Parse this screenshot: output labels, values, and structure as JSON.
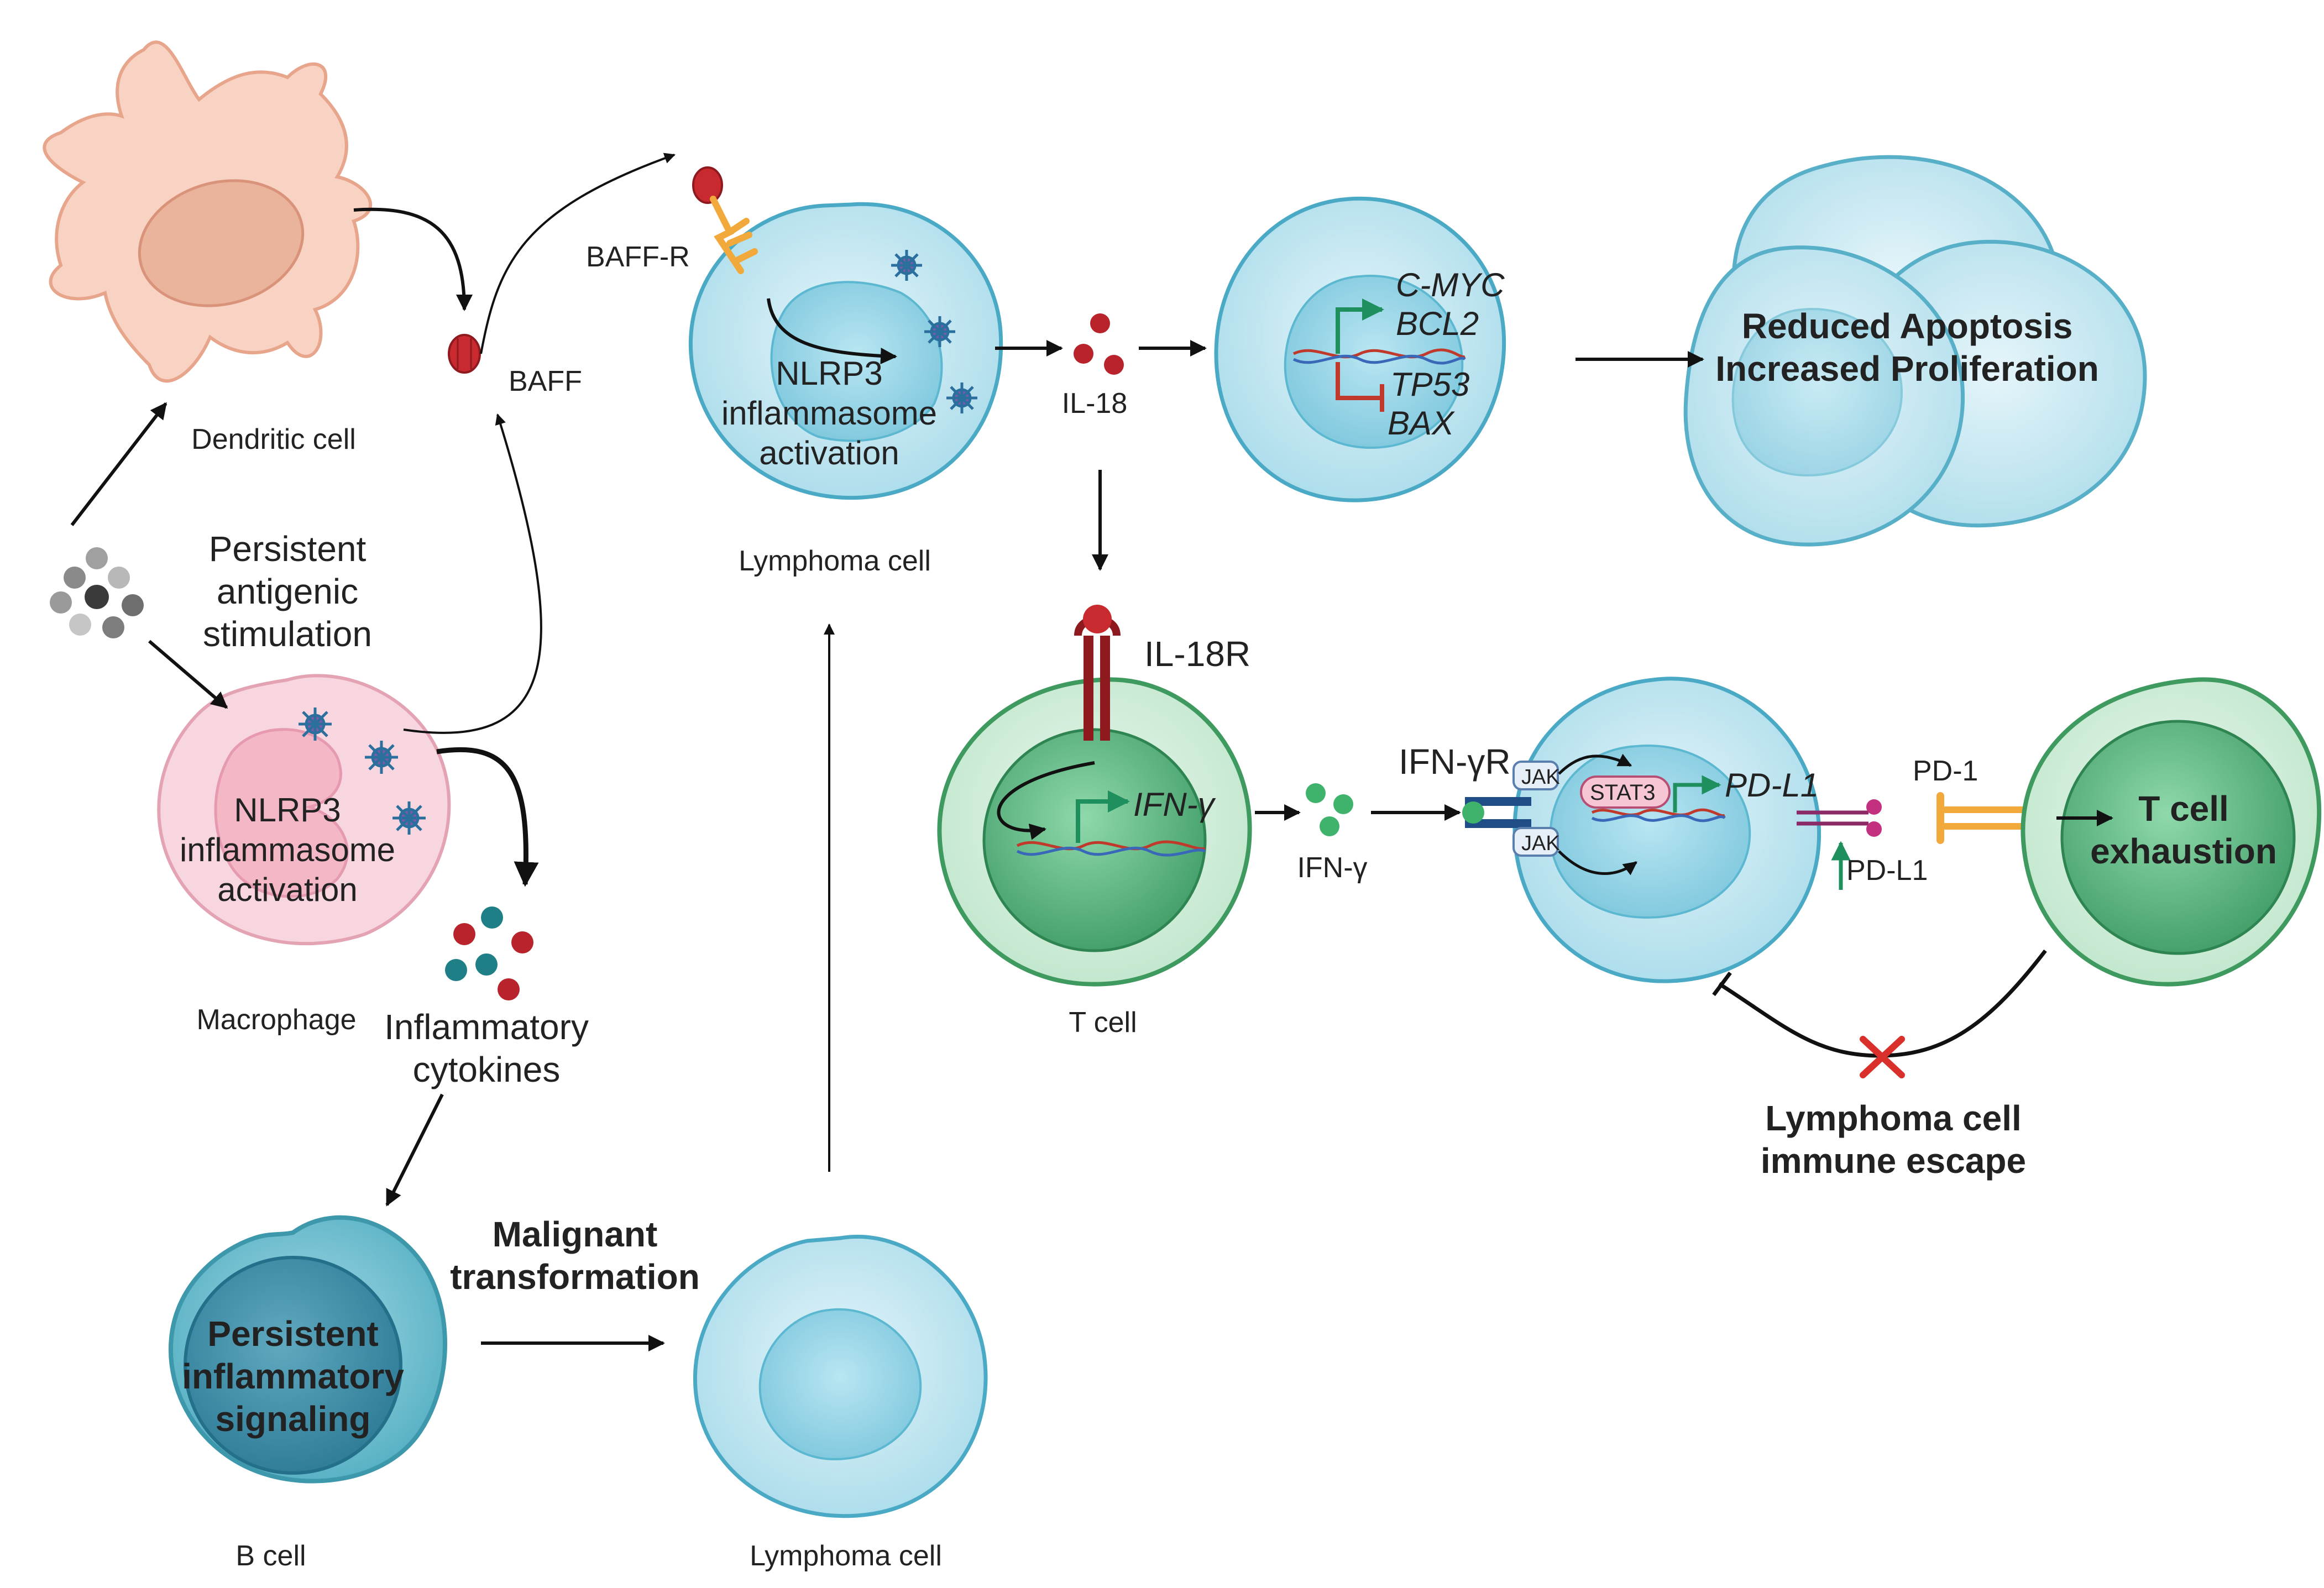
{
  "cells": {
    "dendritic": "Dendritic cell",
    "macrophage": "Macrophage",
    "b_cell": "B cell",
    "lymphoma_bottom": "Lymphoma cell",
    "lymphoma_top": "Lymphoma cell",
    "t_cell": "T cell"
  },
  "stimulus": {
    "line1": "Persistent",
    "line2": "antigenic",
    "line3": "stimulation"
  },
  "macrophage_inner": {
    "line1": "NLRP3",
    "line2": "inflammasome",
    "line3": "activation"
  },
  "cytokines": {
    "line1": "Inflammatory",
    "line2": "cytokines"
  },
  "b_cell_inner": {
    "line1": "Persistent",
    "line2": "inflammatory",
    "line3": "signaling"
  },
  "transformation": {
    "line1": "Malignant",
    "line2": "transformation"
  },
  "baff": "BAFF",
  "baff_r": "BAFF-R",
  "lymphoma_inner": {
    "line1": "NLRP3",
    "line2": "inflammasome",
    "line3": "activation"
  },
  "il18": "IL-18",
  "genes": {
    "up1": "C-MYC",
    "up2": "BCL2",
    "down1": "TP53",
    "down2": "BAX"
  },
  "outcome": {
    "line1": "Reduced Apoptosis",
    "line2": "Increased Proliferation"
  },
  "il18r": "IL-18R",
  "ifng_gene": "IFN-γ",
  "ifng": "IFN-γ",
  "ifngr": "IFN-γR",
  "jak_top": "JAK",
  "jak_bottom": "JAK",
  "stat3": "STAT3",
  "pdl1_gene": "PD-L1",
  "pdl1": "PD-L1",
  "pd1": "PD-1",
  "exhaustion": {
    "line1": "T cell",
    "line2": "exhaustion"
  },
  "escape": {
    "line1": "Lymphoma cell",
    "line2": "immune escape"
  },
  "colors": {
    "lymphoma": "#b7e2ee",
    "nucleus": "#8fd0e3",
    "t_cell": "#cdebd6",
    "t_nucleus": "#5fbf86",
    "macrophage": "#f7d3dc",
    "dendritic": "#f6c9b8",
    "b_cell": "#6cc0d1",
    "red": "#b8232c",
    "green": "#1f8f5e",
    "teal": "#1f7f86"
  }
}
